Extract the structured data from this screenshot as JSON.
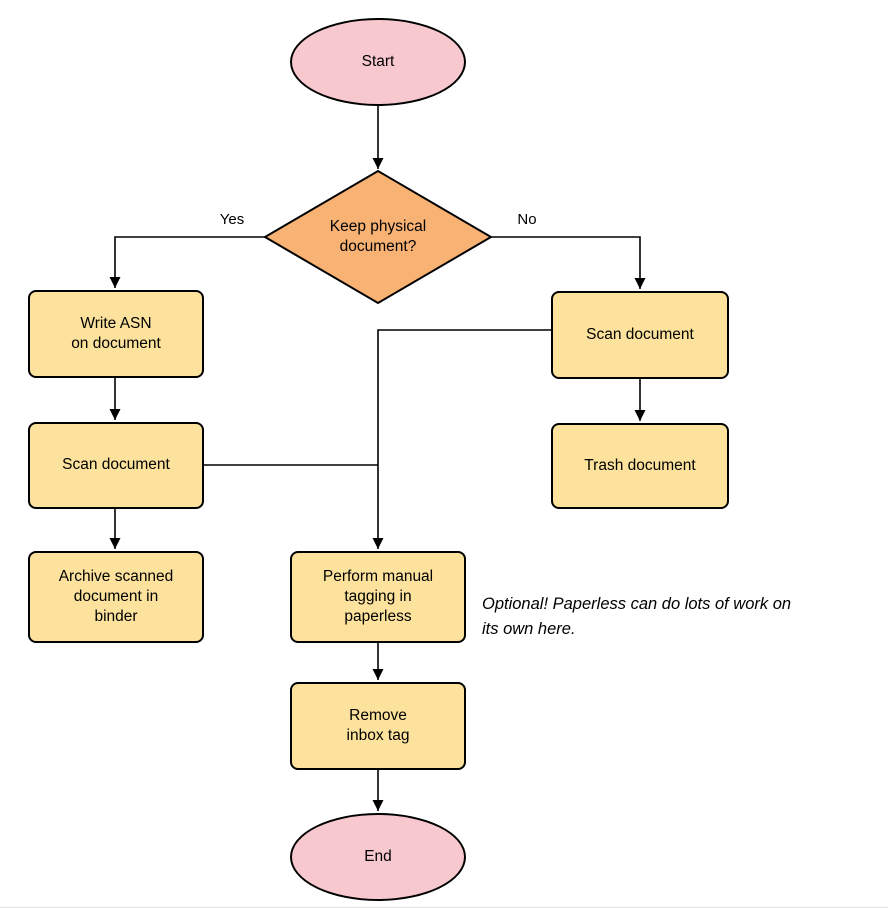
{
  "colors": {
    "terminal_fill": "#f7c9ce",
    "decision_fill": "#f8b274",
    "process_fill": "#fce29c",
    "stroke": "#000000"
  },
  "nodes": {
    "start": "Start",
    "decision": "Keep physical\ndocument?",
    "write_asn": "Write ASN\non document",
    "scan_left": "Scan document",
    "archive": "Archive scanned\ndocument in\nbinder",
    "scan_right": "Scan document",
    "trash": "Trash document",
    "tagging": "Perform manual\ntagging in\npaperless",
    "remove_inbox": "Remove\ninbox tag",
    "end": "End"
  },
  "edge_labels": {
    "yes": "Yes",
    "no": "No"
  },
  "annotation": "Optional! Paperless can do lots of work on\nits own here."
}
